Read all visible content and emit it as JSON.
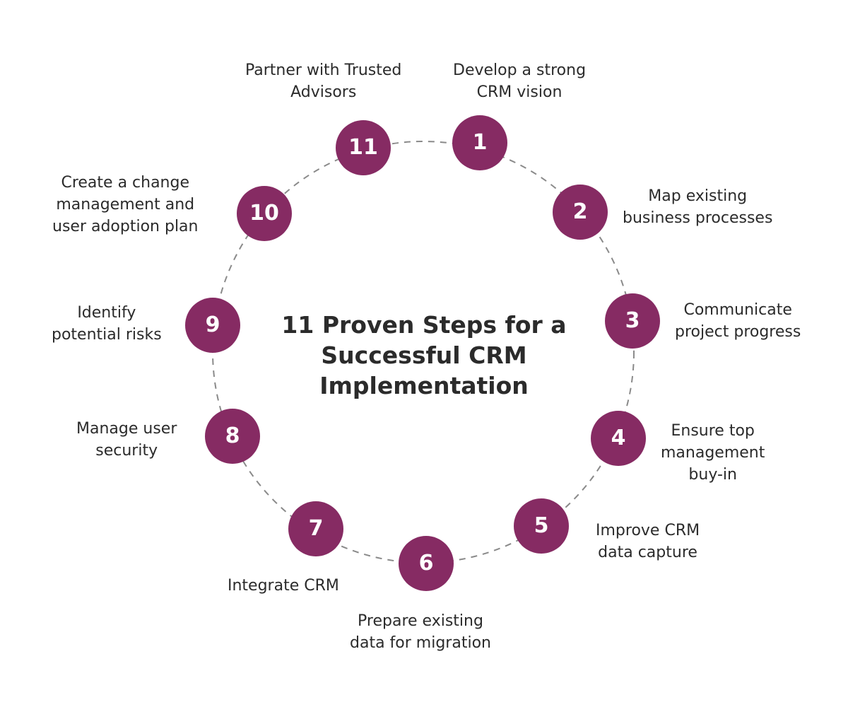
{
  "title": "11 Proven Steps for a Successful CRM Implementation",
  "colors": {
    "circle": "#862b63",
    "ring": "#8a8a8a",
    "text": "#2b2b2b"
  },
  "steps": [
    {
      "number": "1",
      "label": "Develop a strong CRM vision"
    },
    {
      "number": "2",
      "label": "Map existing business processes"
    },
    {
      "number": "3",
      "label": "Communicate project progress"
    },
    {
      "number": "4",
      "label": "Ensure top management buy-in"
    },
    {
      "number": "5",
      "label": "Improve CRM data capture"
    },
    {
      "number": "6",
      "label": "Prepare existing data for migration"
    },
    {
      "number": "7",
      "label": "Integrate CRM"
    },
    {
      "number": "8",
      "label": "Manage user security"
    },
    {
      "number": "9",
      "label": "Identify potential risks"
    },
    {
      "number": "10",
      "label": "Create a change management and user adoption plan"
    },
    {
      "number": "11",
      "label": "Partner with Trusted Advisors"
    }
  ]
}
